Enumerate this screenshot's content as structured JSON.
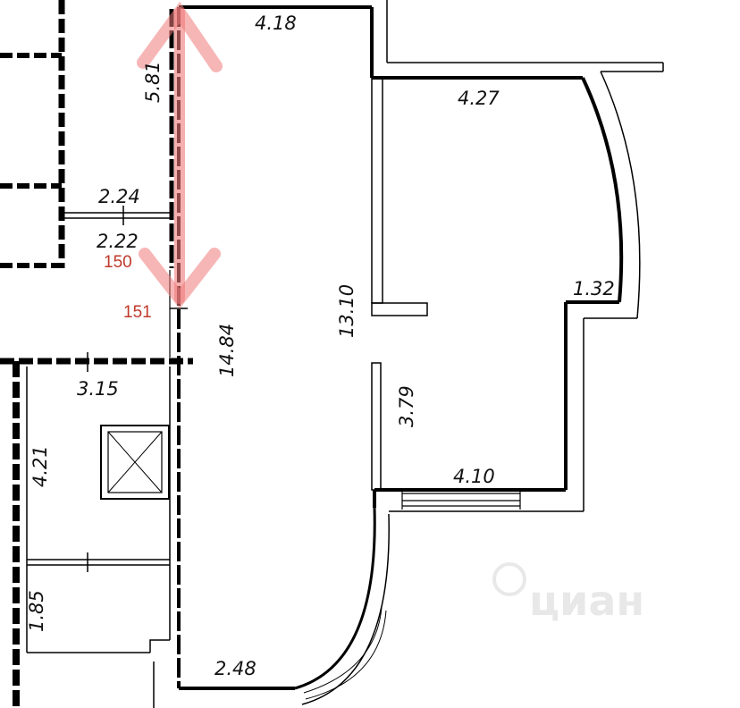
{
  "dimensions": {
    "top_room_width": "4.18",
    "left_vertical": "5.81",
    "right_room_top": "4.27",
    "hall_top": "2.24",
    "hall_bottom": "2.22",
    "big_height": "13.10",
    "bay_side": "1.32",
    "corridor": "14.84",
    "stair_width": "3.15",
    "inner_wall": "3.79",
    "stair_height": "4.21",
    "right_room_bottom": "4.10",
    "lower_left": "1.85",
    "bottom_width": "2.48"
  },
  "markers": {
    "upper": "150",
    "lower": "151",
    "color": "#c0392b"
  },
  "arrow_color": "#f07a7a",
  "watermark": "циан"
}
